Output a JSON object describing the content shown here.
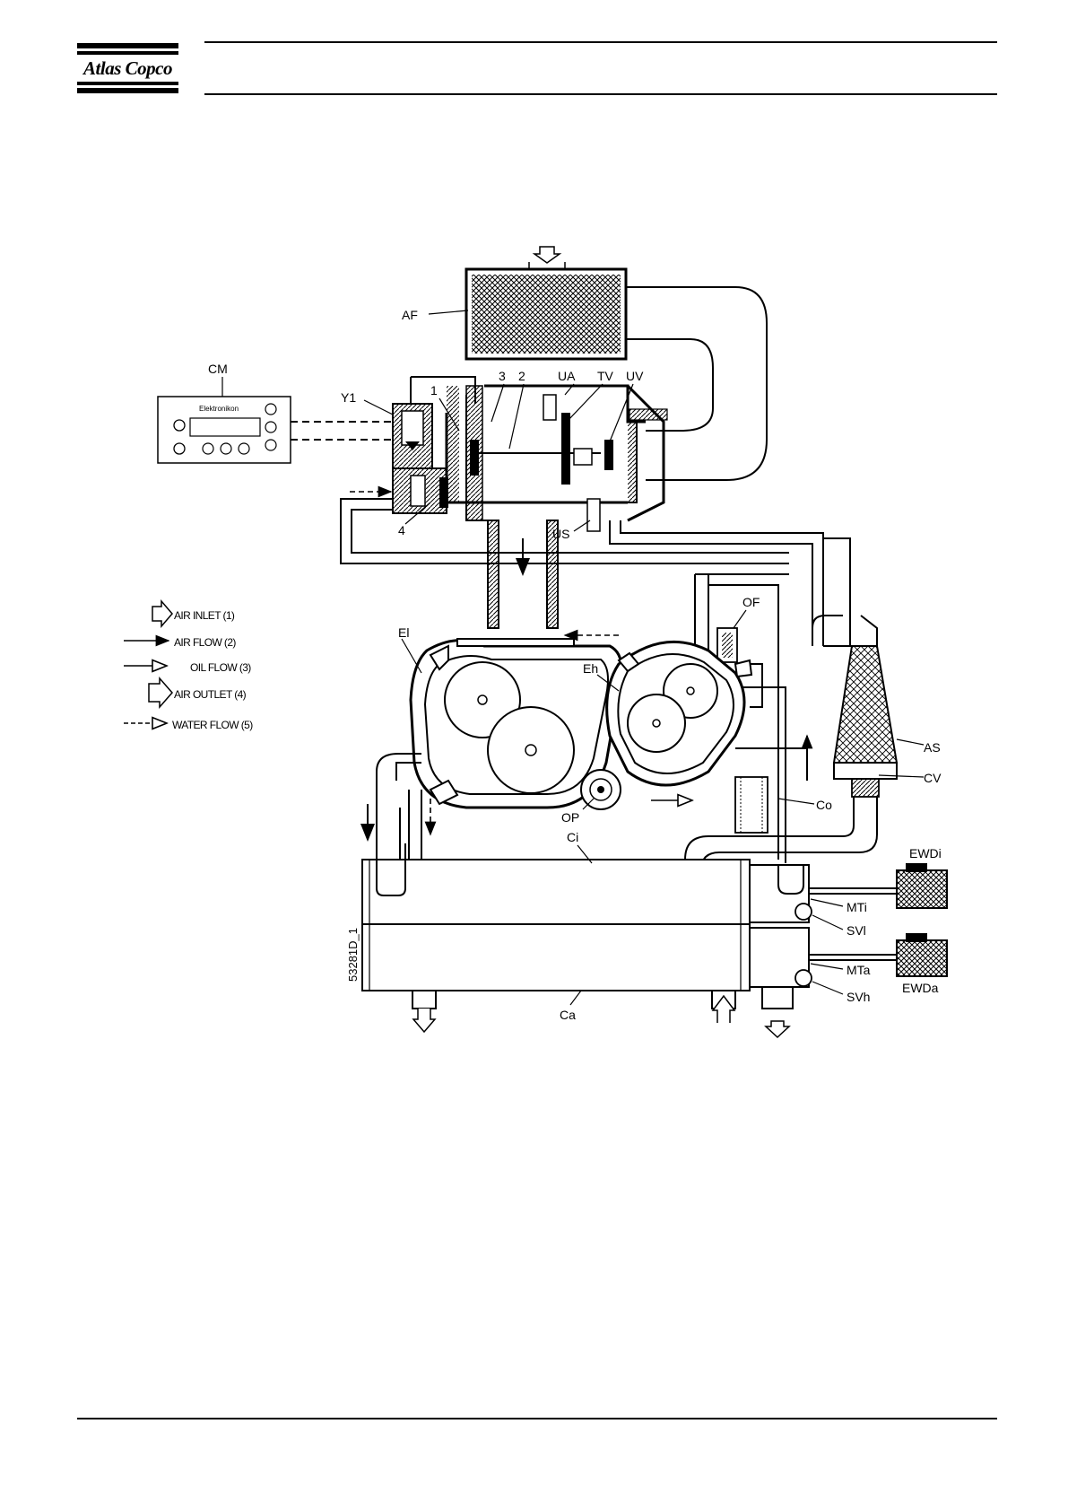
{
  "brand": {
    "name": "Atlas Copco"
  },
  "diagram": {
    "labels": {
      "af": "AF",
      "cm": "CM",
      "y1": "Y1",
      "n1": "1",
      "n2": "2",
      "n3": "3",
      "n4": "4",
      "ua": "UA",
      "tv": "TV",
      "uv": "UV",
      "us": "US",
      "of": "OF",
      "el": "El",
      "eh": "Eh",
      "as": "AS",
      "cv": "CV",
      "co": "Co",
      "op": "OP",
      "ci": "Ci",
      "ca": "Ca",
      "ewdi": "EWDi",
      "mti": "MTi",
      "svi": "SVl",
      "mta": "MTa",
      "ewda": "EWDa",
      "svh": "SVh",
      "controller_brand": "Elektronikon",
      "figure_id": "53281D_1"
    },
    "legend": [
      {
        "label": "AIR INLET (1)",
        "style": "hollow-arrow"
      },
      {
        "label": "AIR FLOW (2)",
        "style": "solid-arrow"
      },
      {
        "label": "OIL FLOW (3)",
        "style": "open-arrow"
      },
      {
        "label": "AIR OUTLET (4)",
        "style": "hollow-arrow"
      },
      {
        "label": "WATER FLOW (5)",
        "style": "dashed-arrow"
      }
    ]
  }
}
